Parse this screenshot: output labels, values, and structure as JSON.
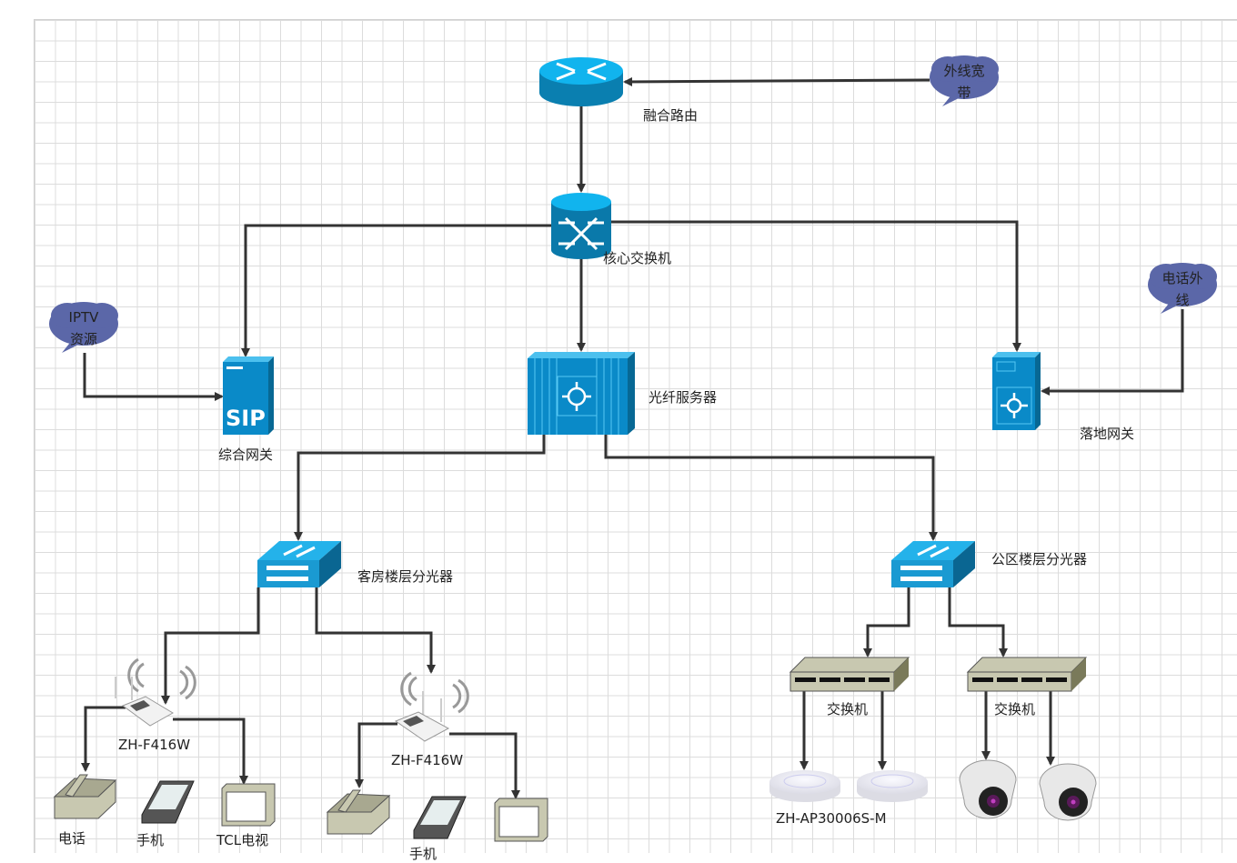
{
  "nodes": {
    "fusion_router": "融合路由",
    "external_broadband": "外线宽带",
    "core_switch": "核心交换机",
    "iptv_source": "IPTV资源",
    "integrated_gateway": "综合网关",
    "fiber_server": "光纤服务器",
    "phone_line": "电话外线",
    "landing_gateway": "落地网关",
    "guest_splitter": "客房楼层分光器",
    "public_splitter": "公区楼层分光器",
    "wifi_router_1": "ZH-F416W",
    "wifi_router_2": "ZH-F416W",
    "phone_1": "电话",
    "mobile_1": "手机",
    "tv_1": "TCL电视",
    "mobile_2": "手机",
    "switch_1": "交换机",
    "switch_2": "交换机",
    "ap": "ZH-AP30006S-M"
  },
  "colors": {
    "cisco_blue": "#0a8ac8",
    "cloud": "#5b67a8",
    "connector": "#333333",
    "hardware_beige": "#c8c8b0"
  }
}
